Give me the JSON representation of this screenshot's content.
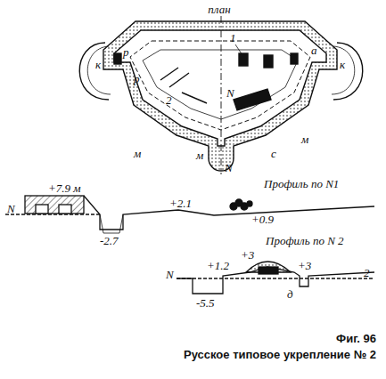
{
  "diagram": {
    "caption": "Русское типовое укрепление № 2",
    "labels": [
      "план",
      "1",
      "к",
      "р",
      "а",
      "к",
      "р",
      "2",
      "N",
      "м",
      "м",
      "с",
      "м",
      "N",
      "+7.9 м",
      "N",
      "-2.7",
      "+2.1",
      "Профиль по N1",
      "+0.9",
      "Профиль по N 2",
      "N",
      "+1.2",
      "+3",
      "+3",
      "2",
      "-5.5",
      "д",
      "Фиг. 96"
    ]
  }
}
